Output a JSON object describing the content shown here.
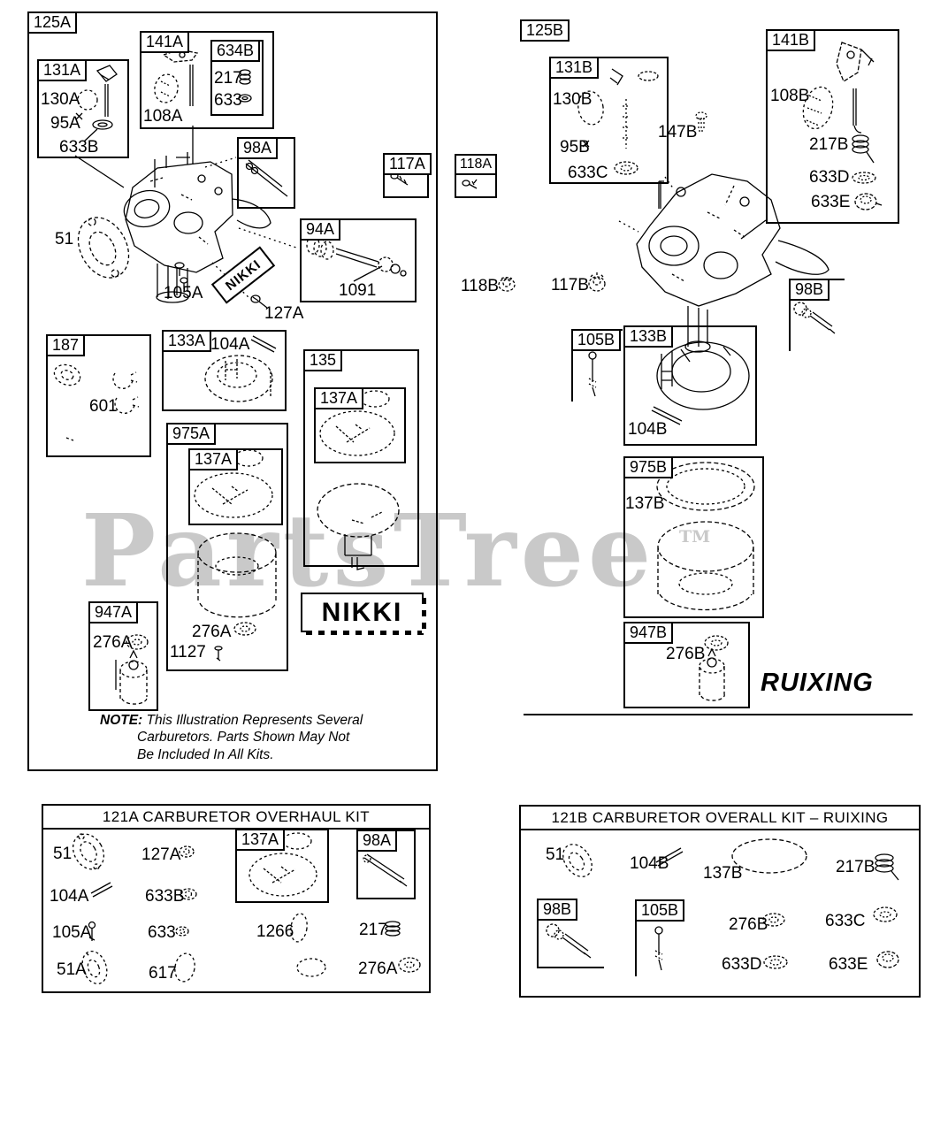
{
  "watermark": {
    "text": "PartsTree",
    "tm": "TM"
  },
  "left": {
    "frame": "125A",
    "b131A": "131A",
    "p130A": "130A",
    "p95A": "95A",
    "p633B": "633B",
    "b141A": "141A",
    "p108A": "108A",
    "b634B": "634B",
    "p217": "217",
    "p633": "633",
    "b98A": "98A",
    "b117A": "117A",
    "b94A": "94A",
    "p1091": "1091",
    "p51": "51",
    "p105A": "105A",
    "p127A": "127A",
    "plate": "NIKKI",
    "b187": "187",
    "p601": "601",
    "b133A": "133A",
    "p104A": "104A",
    "b135": "135",
    "b135_137A": "137A",
    "b975A": "975A",
    "b975A_137A": "137A",
    "p276A": "276A",
    "p1127": "1127",
    "b947A": "947A",
    "p947A_276A": "276A",
    "logo": "NIKKI",
    "note_prefix": "NOTE:",
    "note1": "This Illustration Represents Several",
    "note2": "Carburetors. Parts Shown May Not",
    "note3": "Be Included In All Kits."
  },
  "right": {
    "frame": "125B",
    "b131B": "131B",
    "p130B": "130B",
    "p95B": "95B",
    "p633C": "633C",
    "p147B": "147B",
    "b141B": "141B",
    "p108B": "108B",
    "p217B": "217B",
    "p633D": "633D",
    "p633E": "633E",
    "b118A": "118A",
    "p118B": "118B",
    "p117B": "117B",
    "b98B": "98B",
    "b105B": "105B",
    "b133B": "133B",
    "p104B": "104B",
    "b975B": "975B",
    "p137B": "137B",
    "b947B": "947B",
    "p276B": "276B",
    "brand": "RUIXING"
  },
  "kitA": {
    "title": "121A CARBURETOR OVERHAUL KIT",
    "p51": "51",
    "p127A": "127A",
    "b137A": "137A",
    "b98A": "98A",
    "p104A": "104A",
    "p633B": "633B",
    "p105A": "105A",
    "p633": "633",
    "p1266": "1266",
    "p217": "217",
    "p51A": "51A",
    "p617": "617",
    "p276A": "276A"
  },
  "kitB": {
    "title": "121B CARBURETOR OVERALL KIT – RUIXING",
    "p51": "51",
    "p104B": "104B",
    "p137B": "137B",
    "p217B": "217B",
    "b98B": "98B",
    "b105B": "105B",
    "p276B": "276B",
    "p633C": "633C",
    "p633D": "633D",
    "p633E": "633E"
  }
}
